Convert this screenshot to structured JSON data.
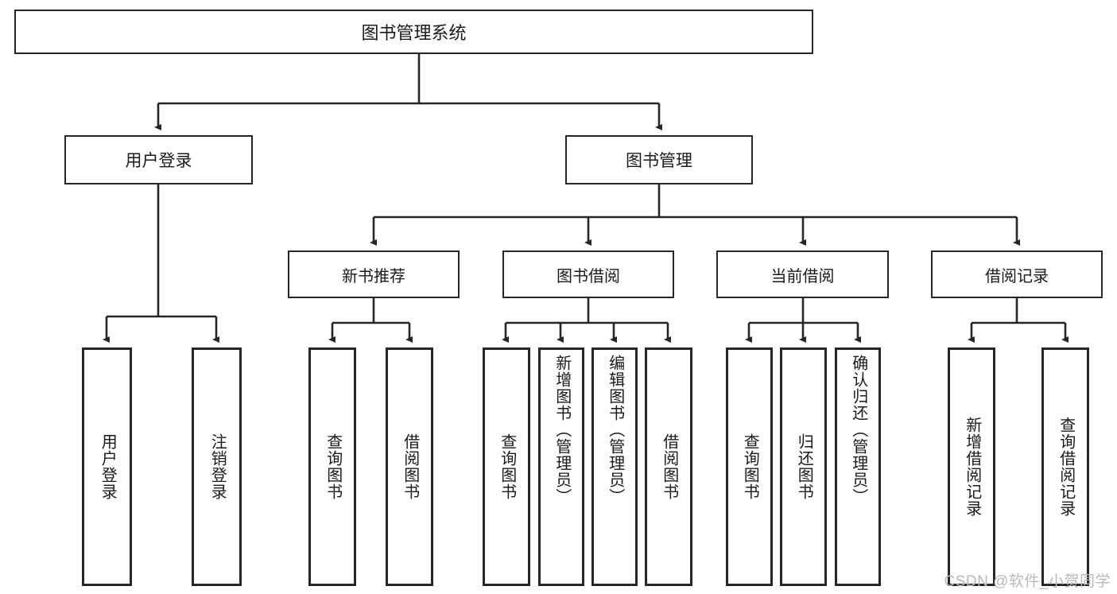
{
  "diagram": {
    "title": "图书管理系统",
    "type": "tree-hierarchy-diagram",
    "colors": {
      "stroke": "#262626",
      "fill": "#ffffff",
      "text": "#1a1a1a",
      "watermark": "#b9b9b9"
    },
    "root": {
      "label": "图书管理系统"
    },
    "level1": [
      {
        "label": "用户登录"
      },
      {
        "label": "图书管理"
      }
    ],
    "level2": [
      {
        "label": "新书推荐"
      },
      {
        "label": "图书借阅"
      },
      {
        "label": "当前借阅"
      },
      {
        "label": "借阅记录"
      }
    ],
    "leaves": {
      "user_login": [
        {
          "label": "用户登录"
        },
        {
          "label": "注销登录"
        }
      ],
      "new_book_recommend": [
        {
          "label": "查询图书"
        },
        {
          "label": "借阅图书"
        }
      ],
      "book_borrow": [
        {
          "label": "查询图书"
        },
        {
          "label": "新增图书（管理员）"
        },
        {
          "label": "编辑图书（管理员）"
        },
        {
          "label": "借阅图书"
        }
      ],
      "current_borrow": [
        {
          "label": "查询图书"
        },
        {
          "label": "归还图书"
        },
        {
          "label": "确认归还（管理员）"
        }
      ],
      "borrow_record": [
        {
          "label": "新增借阅记录"
        },
        {
          "label": "查询借阅记录"
        }
      ]
    }
  },
  "watermark": {
    "text": "CSDN @软件_小贺同学"
  }
}
